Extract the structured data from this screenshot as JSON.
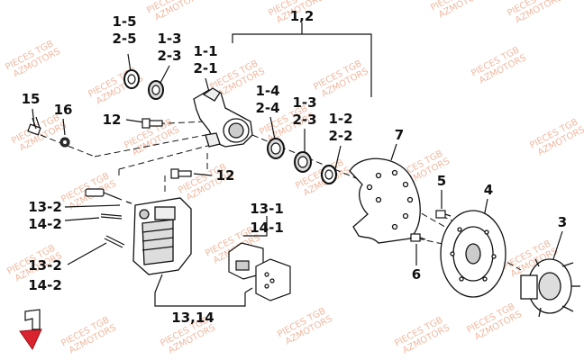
{
  "watermark": {
    "line1": "PIECES TGB",
    "line2": "AZMOTORS"
  },
  "callouts": [
    "1,2",
    "1-5",
    "2-5",
    "1-3",
    "2-3",
    "1-1",
    "2-1",
    "1-4",
    "2-4",
    "1-3",
    "2-3",
    "1-2",
    "2-2",
    "15",
    "16",
    "12",
    "12",
    "7",
    "5",
    "4",
    "3",
    "6",
    "13-2",
    "14-2",
    "13-2",
    "14-2",
    "13-1",
    "14-1",
    "13,14"
  ],
  "colors": {
    "line": "#111111",
    "watermark": "#f0b8a0",
    "logo": "#d9232e"
  },
  "icons": {
    "brand_logo": "brand-logo-icon"
  }
}
